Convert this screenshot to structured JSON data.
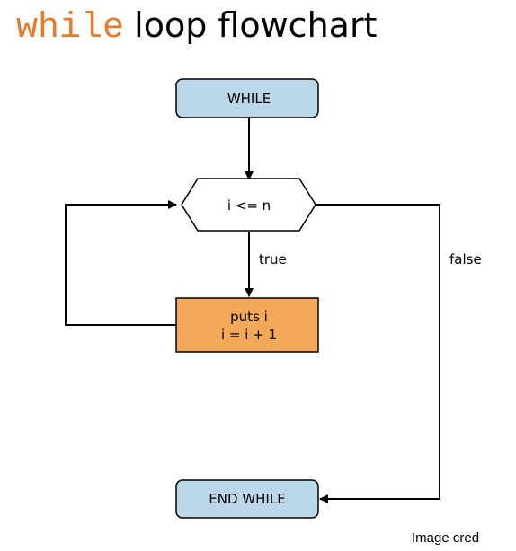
{
  "title": {
    "code": "while",
    "text": "loop flowchart"
  },
  "diagram": {
    "nodes": {
      "start": {
        "label": "WHILE",
        "fill": "#bcd7ea"
      },
      "condition": {
        "label": "i <= n"
      },
      "body": {
        "line1": "puts i",
        "line2": "i = i + 1",
        "fill": "#f4a85a"
      },
      "end": {
        "label": "END WHILE",
        "fill": "#bcd7ea"
      }
    },
    "edges": {
      "true_label": "true",
      "false_label": "false"
    }
  },
  "credit": "Image cred"
}
